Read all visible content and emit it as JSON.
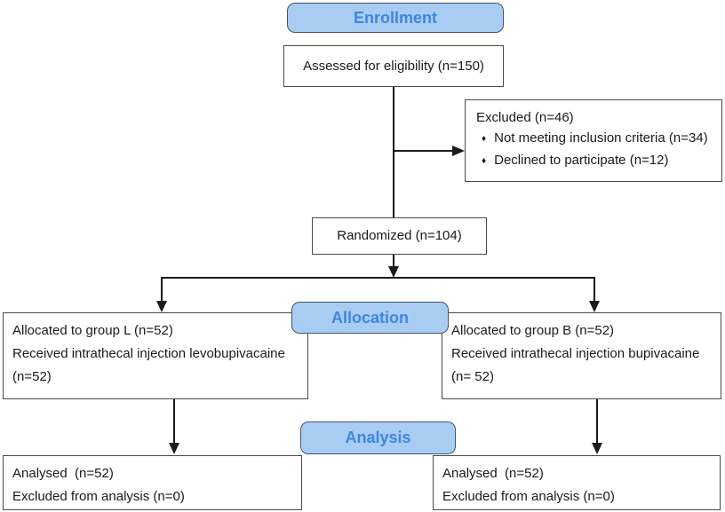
{
  "diagram": {
    "type": "consort-flowchart",
    "stages": {
      "enrollment": "Enrollment",
      "allocation": "Allocation",
      "analysis": "Analysis"
    },
    "boxes": {
      "assessed": "Assessed for eligibility (n=150)",
      "excluded": {
        "title": "Excluded (n=46)",
        "bullet_glyph": "♦",
        "items": [
          "Not meeting inclusion criteria (n=34)",
          "Declined to participate (n=12)"
        ]
      },
      "randomized": "Randomized (n=104)",
      "alloc_left": {
        "lines": [
          "Allocated to group L (n=52)",
          "Received intrathecal injection levobupivacaine",
          "(n=52)"
        ]
      },
      "alloc_right": {
        "lines": [
          "Allocated to group B (n=52)",
          "Received intrathecal injection bupivacaine",
          "(n= 52)"
        ]
      },
      "analysis_left": {
        "lines": [
          "Analysed  (n=52)",
          "Excluded from analysis (n=0)"
        ]
      },
      "analysis_right": {
        "lines": [
          "Analysed  (n=52)",
          "Excluded from analysis (n=0)"
        ]
      }
    },
    "colors": {
      "stage_fill": "#a9cdf2",
      "stage_border": "#42546a",
      "stage_text": "#3f86de",
      "box_border": "#4a4a4a",
      "connector": "#1a1a1a",
      "background": "#ffffff"
    }
  }
}
